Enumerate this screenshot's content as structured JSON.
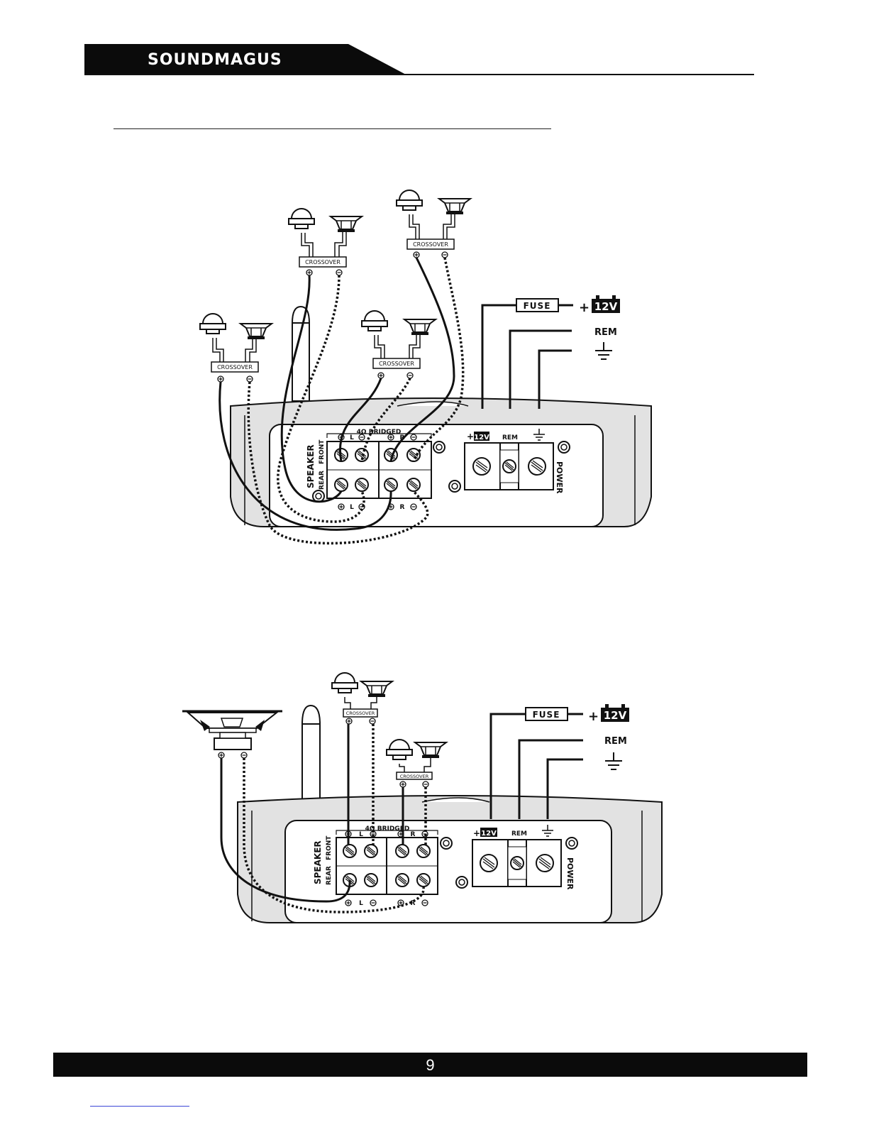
{
  "header": {
    "brand": "SOUNDMAGUS"
  },
  "footer": {
    "page_number": "9"
  },
  "diagram1": {
    "crossover_label": "CROSSOVER",
    "fuse_label": "FUSE",
    "battery_label": "12V",
    "plus_sign": "+",
    "rem_label": "REM",
    "bridged_label": "4Ω BRIDGED",
    "left_label": "L",
    "right_label": "R",
    "speaker_label": "SPEAKER",
    "front_label": "FRONT",
    "rear_label": "REAR",
    "power_label": "POWER"
  },
  "diagram2": {
    "crossover_label": "CROSSOVER",
    "fuse_label": "FUSE",
    "battery_label": "12V",
    "plus_sign": "+",
    "rem_label": "REM",
    "bridged_label": "4Ω BRIDGED",
    "left_label": "L",
    "right_label": "R",
    "speaker_label": "SPEAKER",
    "front_label": "FRONT",
    "rear_label": "REAR",
    "power_label": "POWER"
  },
  "colors": {
    "ink": "#111111",
    "panel": "#e2e2e2",
    "panel_inner": "#ffffff"
  }
}
